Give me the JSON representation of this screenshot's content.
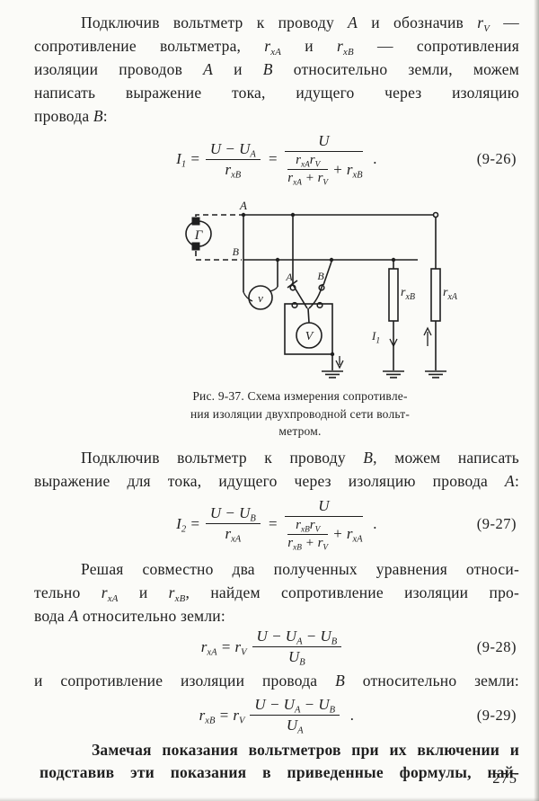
{
  "page_number": "275",
  "paragraphs": {
    "p1": [
      "Подключив вольтметр к проводу *А* и обозначив *r~V~* —",
      "сопротивление вольтметра, *r~xA~* и *r~xB~* — сопротивления",
      "изоляции проводов *А* и *В* относительно земли, можем",
      "написать выражение тока, идущего через изоляцию",
      "провода *В*:"
    ],
    "p2": [
      "Подключив вольтметр к проводу *В*, можем написать",
      "выражение для тока, идущего через изоляцию провода *А*:"
    ],
    "p3": [
      "Решая совместно два полученных уравнения относи-",
      "тельно *r~xA~* и *r~xB~*, найдем сопротивление изоляции про-",
      "вода *А* относительно земли:"
    ],
    "p4": [
      "и сопротивление изоляции провода *В* относительно земли:"
    ],
    "p5": [
      "Замечая показания вольтметров при их включении и",
      "подставив эти показания в приведенные формулы, най-"
    ]
  },
  "formulas": {
    "f926": {
      "lhs": "I~1~ =",
      "f1num": "U − U~A~",
      "f1den": "r~xB~",
      "eq": "=",
      "f2num": "U",
      "nnum": "r~xA~r~V~",
      "nden": "r~xA~ + r~V~",
      "tail": "+ r~xB~",
      "dot": ".",
      "num": "(9-26)"
    },
    "f927": {
      "lhs": "I~2~ =",
      "f1num": "U − U~B~",
      "f1den": "r~xA~",
      "eq": "=",
      "f2num": "U",
      "nnum": "r~xB~r~V~",
      "nden": "r~xB~ + r~V~",
      "tail": "+ r~xA~",
      "dot": ".",
      "num": "(9-27)"
    },
    "f928": {
      "lhs": "r~xA~ = r~V~",
      "fnum": "U − U~A~ − U~B~",
      "fden": "U~B~",
      "dot": "",
      "num": "(9-28)"
    },
    "f929": {
      "lhs": "r~xB~ = r~V~",
      "fnum": "U − U~A~ − U~B~",
      "fden": "U~A~",
      "dot": ".",
      "num": "(9-29)"
    }
  },
  "figure": {
    "caption_lines": [
      "Рис. 9-37. Схема измерения сопротивле-",
      "ния изоляции двухпроводной сети вольт-",
      "метром."
    ],
    "labels": {
      "wire_a": "А",
      "wire_b": "В",
      "generator": "Г",
      "voltmeter1": "v",
      "contact_a": "А",
      "contact_b": "В",
      "voltmeter2": "V",
      "r_letter": "r",
      "rxb_sub": "xB",
      "rxa_sub": "xA",
      "current": "I",
      "current_sub": "1"
    }
  }
}
